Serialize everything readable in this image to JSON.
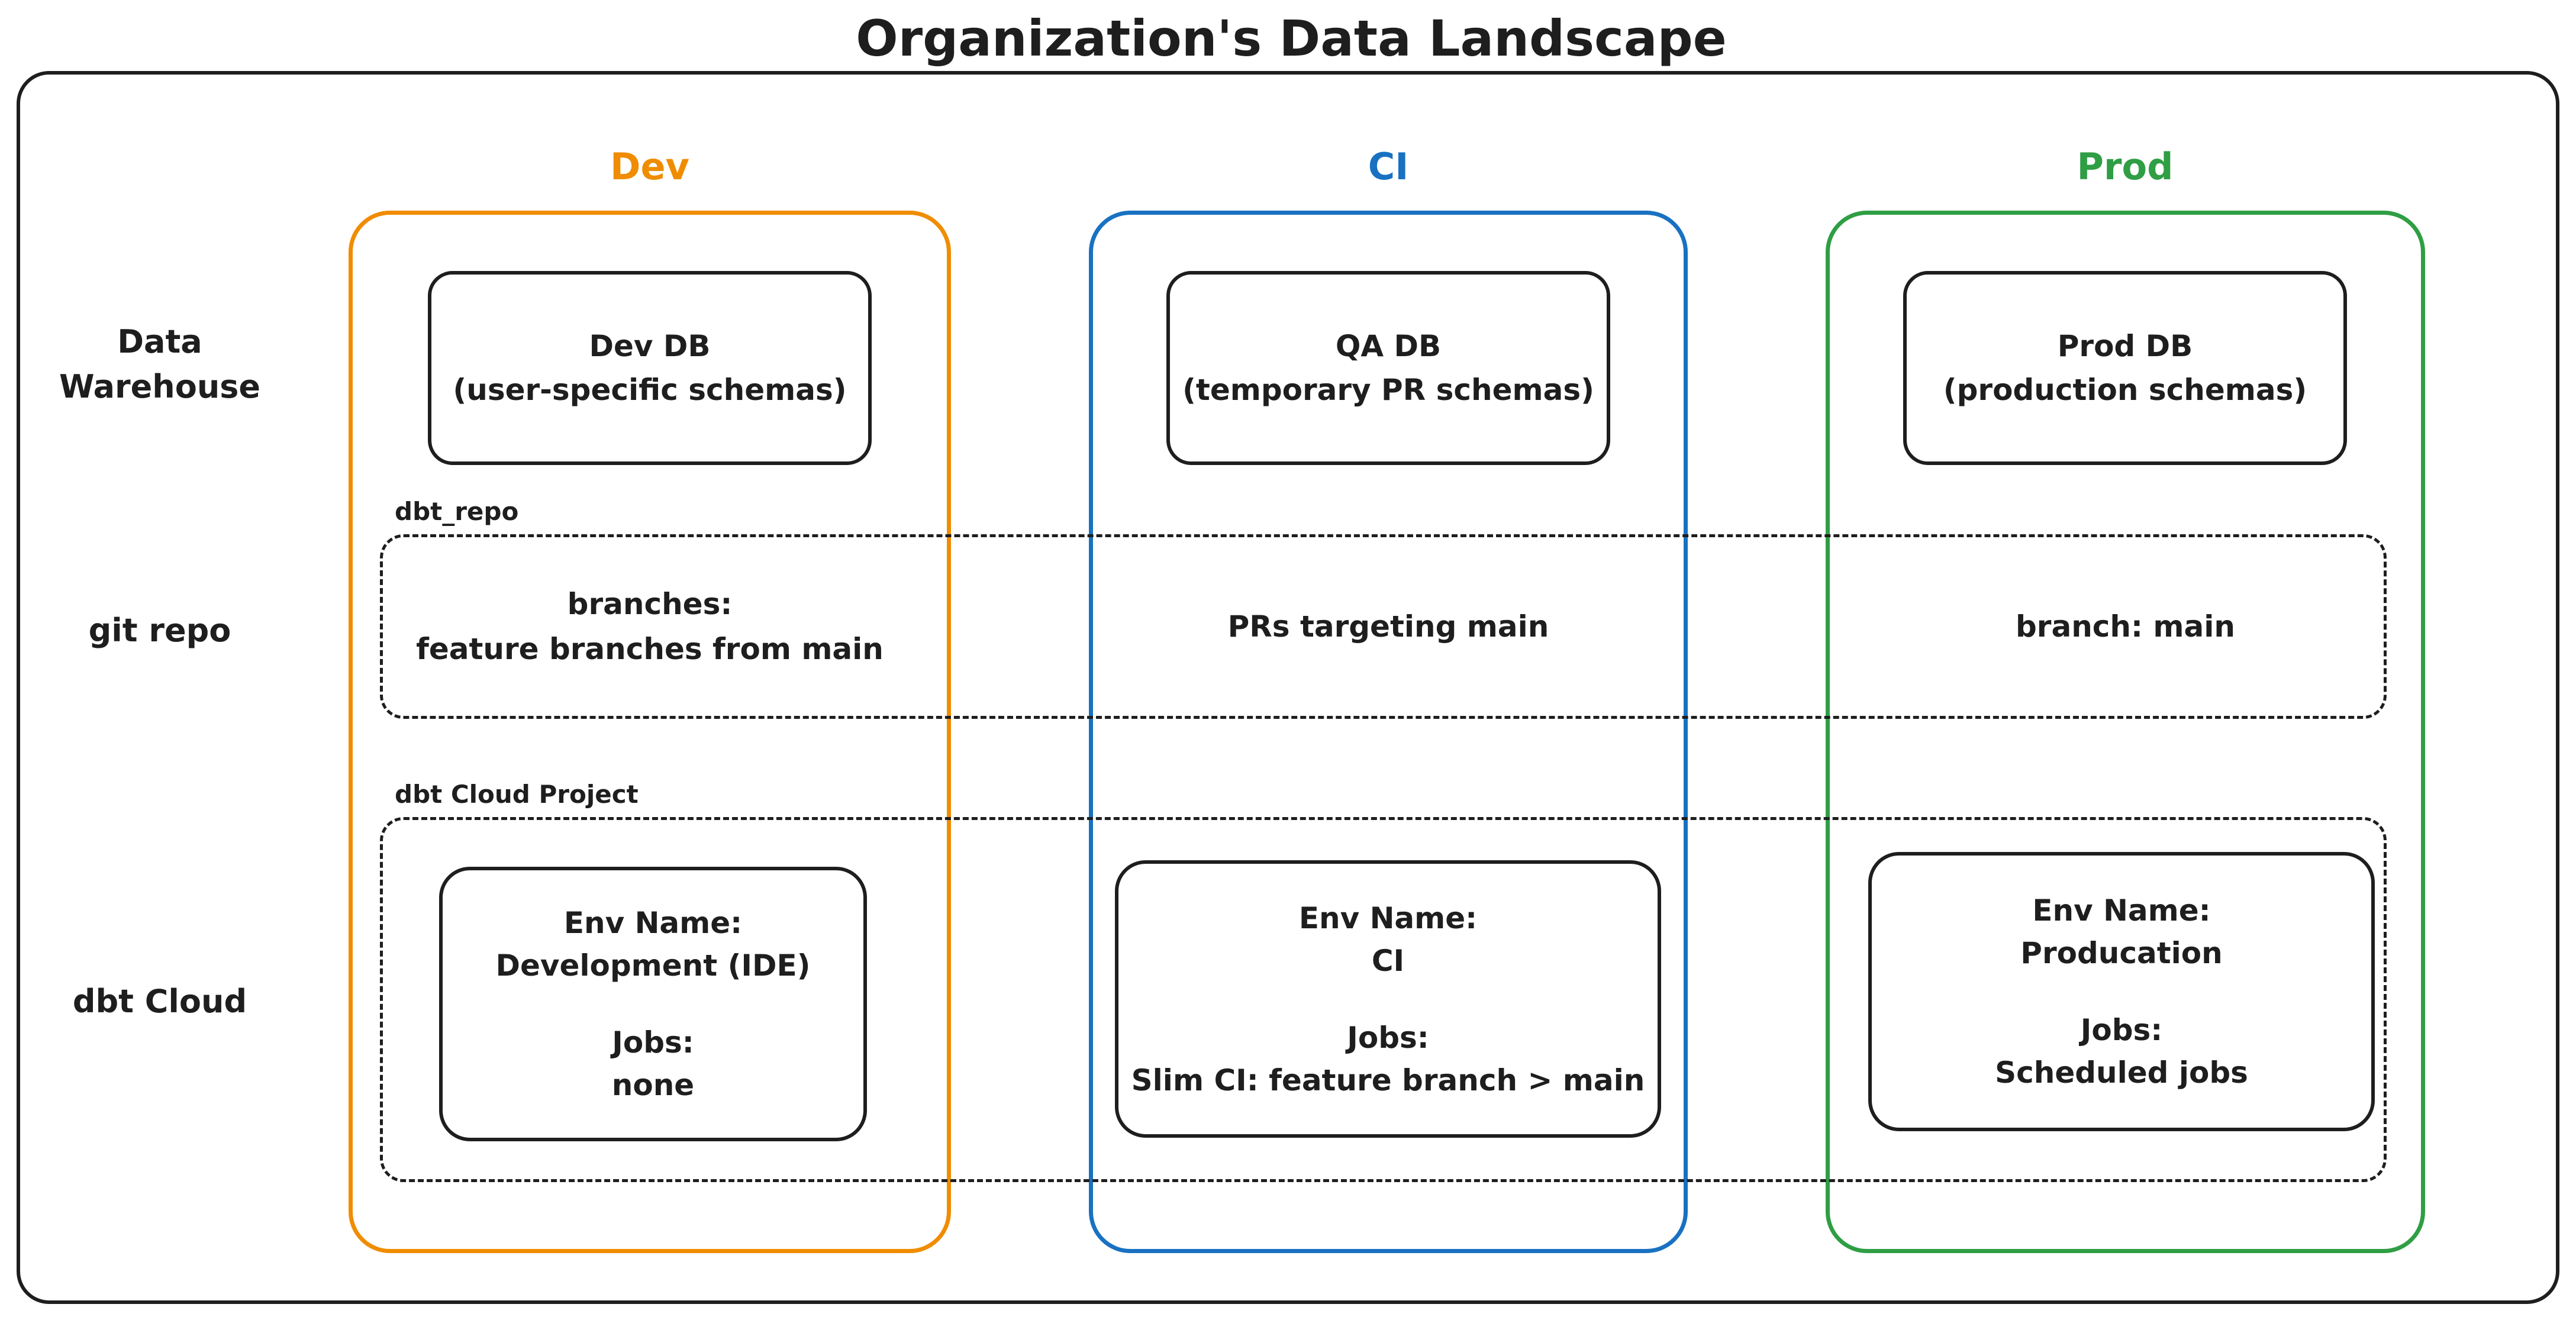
{
  "title": "Organization's Data Landscape",
  "colors": {
    "ink": "#1e1e1e",
    "dev_accent": "#f08c00",
    "ci_accent": "#1971c2",
    "prod_accent": "#2f9e44"
  },
  "row_labels": [
    {
      "line1": "Data",
      "line2": "Warehouse"
    },
    {
      "line1": "git repo",
      "line2": ""
    },
    {
      "line1": "dbt Cloud",
      "line2": ""
    }
  ],
  "git_repo": {
    "label": "dbt_repo",
    "dev": {
      "line1": "branches:",
      "line2": "feature branches from main"
    },
    "ci": {
      "line1": "PRs targeting main",
      "line2": ""
    },
    "prod": {
      "line1": "branch: main",
      "line2": ""
    }
  },
  "dbt_project": {
    "label": "dbt Cloud Project"
  },
  "columns": [
    {
      "header": "Dev",
      "db": {
        "line1": "Dev DB",
        "line2": "(user-specific schemas)"
      },
      "env": {
        "env_label": "Env Name:",
        "env_name": "Development (IDE)",
        "jobs_label": "Jobs:",
        "jobs": "none"
      }
    },
    {
      "header": "CI",
      "db": {
        "line1": "QA DB",
        "line2": "(temporary PR schemas)"
      },
      "env": {
        "env_label": "Env Name:",
        "env_name": "CI",
        "jobs_label": "Jobs:",
        "jobs": "Slim CI: feature branch > main"
      }
    },
    {
      "header": "Prod",
      "db": {
        "line1": "Prod DB",
        "line2": "(production schemas)"
      },
      "env": {
        "env_label": "Env Name:",
        "env_name": "Producation",
        "jobs_label": "Jobs:",
        "jobs": "Scheduled jobs"
      }
    }
  ]
}
